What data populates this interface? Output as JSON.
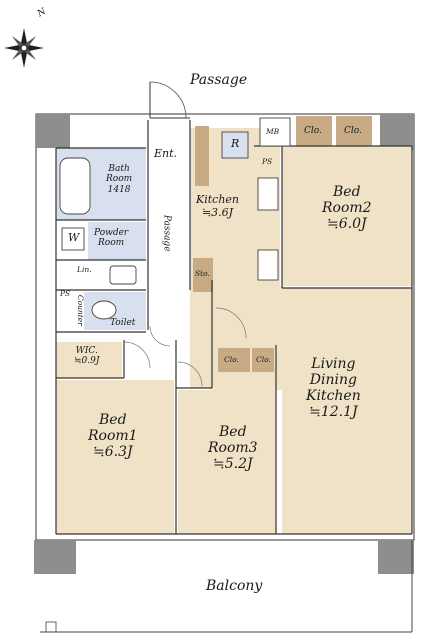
{
  "compass": {
    "north_label": "N"
  },
  "labels": {
    "passage_top": "Passage",
    "balcony": "Balcony",
    "entrance": "Ent.",
    "passage_inner": "Passage",
    "refrigerator": "R",
    "meter_box": "MB",
    "pipe_space_1": "PS",
    "pipe_space_2": "PS",
    "closet_1": "Clo.",
    "closet_2": "Clo.",
    "closet_3": "Clo.",
    "closet_4": "Clo.",
    "storage": "Sto.",
    "washer": "W",
    "linen": "Lin.",
    "counter": "Counter"
  },
  "rooms": {
    "bath": {
      "line1": "Bath",
      "line2": "Room",
      "line3": "1418"
    },
    "powder": {
      "line1": "Powder",
      "line2": "Room"
    },
    "toilet": {
      "line1": "Toilet"
    },
    "wic": {
      "line1": "WIC.",
      "line2": "≒0.9J"
    },
    "kitchen": {
      "line1": "Kitchen",
      "line2": "≒3.6J"
    },
    "bed1": {
      "line1": "Bed",
      "line2": "Room1",
      "line3": "≒6.3J"
    },
    "bed2": {
      "line1": "Bed",
      "line2": "Room2",
      "line3": "≒6.0J"
    },
    "bed3": {
      "line1": "Bed",
      "line2": "Room3",
      "line3": "≒5.2J"
    },
    "ldk": {
      "line1": "Living",
      "line2": "Dining",
      "line3": "Kitchen",
      "line4": "≒12.1J"
    }
  },
  "colors": {
    "room_fill": "#efe2c6",
    "wet_fill": "#d8dfee",
    "wall": "#8d8d8d",
    "closet_fill": "#c8ab84",
    "line": "#333333"
  }
}
